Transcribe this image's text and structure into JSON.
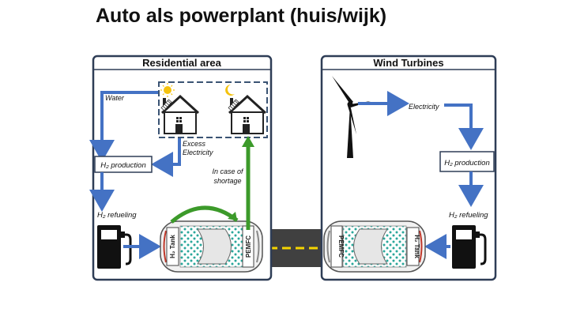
{
  "page": {
    "title": "Auto als powerplant (huis/wijk)"
  },
  "residential": {
    "title": "Residential area",
    "water_label": "Water",
    "excess_label_line1": "Excess",
    "excess_label_line2": "Electricity",
    "shortage_label_line1": "In case of",
    "shortage_label_line2": "shortage",
    "h2_production_label": "H₂ production",
    "h2_refueling_label": "H₂ refueling",
    "car_tank_label": "H₂ Tank",
    "car_fc_label": "PEMFC"
  },
  "wind": {
    "title": "Wind Turbines",
    "electricity_label": "Electricity",
    "h2_production_label": "H₂ production",
    "h2_refueling_label": "H₂ refueling",
    "car_tank_label": "H₂ Tank",
    "car_fc_label": "PEMFC"
  },
  "colors": {
    "panel_border": "#2e3d56",
    "flow_arrow": "#4472c4",
    "shortage_arrow": "#3c9a2a",
    "dashed_box": "#3a5373",
    "road": "#404040",
    "road_marking": "#f5d400",
    "sun": "#f4c20d"
  }
}
